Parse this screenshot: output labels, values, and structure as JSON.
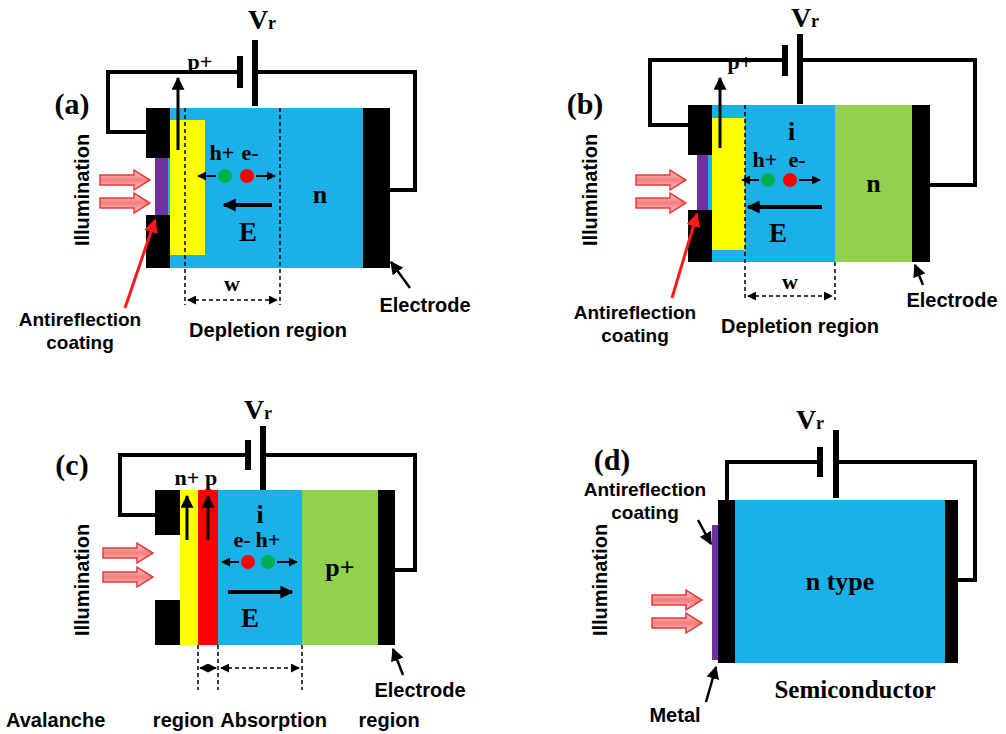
{
  "diagram": {
    "nodes": [
      {
        "text": [
          "n"
        ]
      },
      {
        "text": [
          "i"
        ]
      },
      {
        "text": [
          "n"
        ]
      },
      {
        "text": [
          "i"
        ]
      },
      {
        "text": [
          "p+"
        ]
      },
      {
        "text": [
          "n type"
        ]
      }
    ],
    "labels": [
      "(a)",
      "Vr",
      "p+",
      "h+",
      "e-",
      "E",
      "w",
      "Illumination",
      "Antireflection coating",
      "Depletion region",
      "Electrode",
      "(b)",
      "Vr",
      "p+",
      "h+",
      "e-",
      "E",
      "w",
      "Illumination",
      "Antireflection coating",
      "Depletion region",
      "Electrode",
      "(c)",
      "Vr",
      "n+",
      "p",
      "e-",
      "h+",
      "E",
      "Illumination",
      "Avalanche region",
      "Absorption region",
      "Electrode",
      "(d)",
      "Vr",
      "Antireflection coating",
      "Illumination",
      "Metal",
      "Semiconductor"
    ]
  }
}
